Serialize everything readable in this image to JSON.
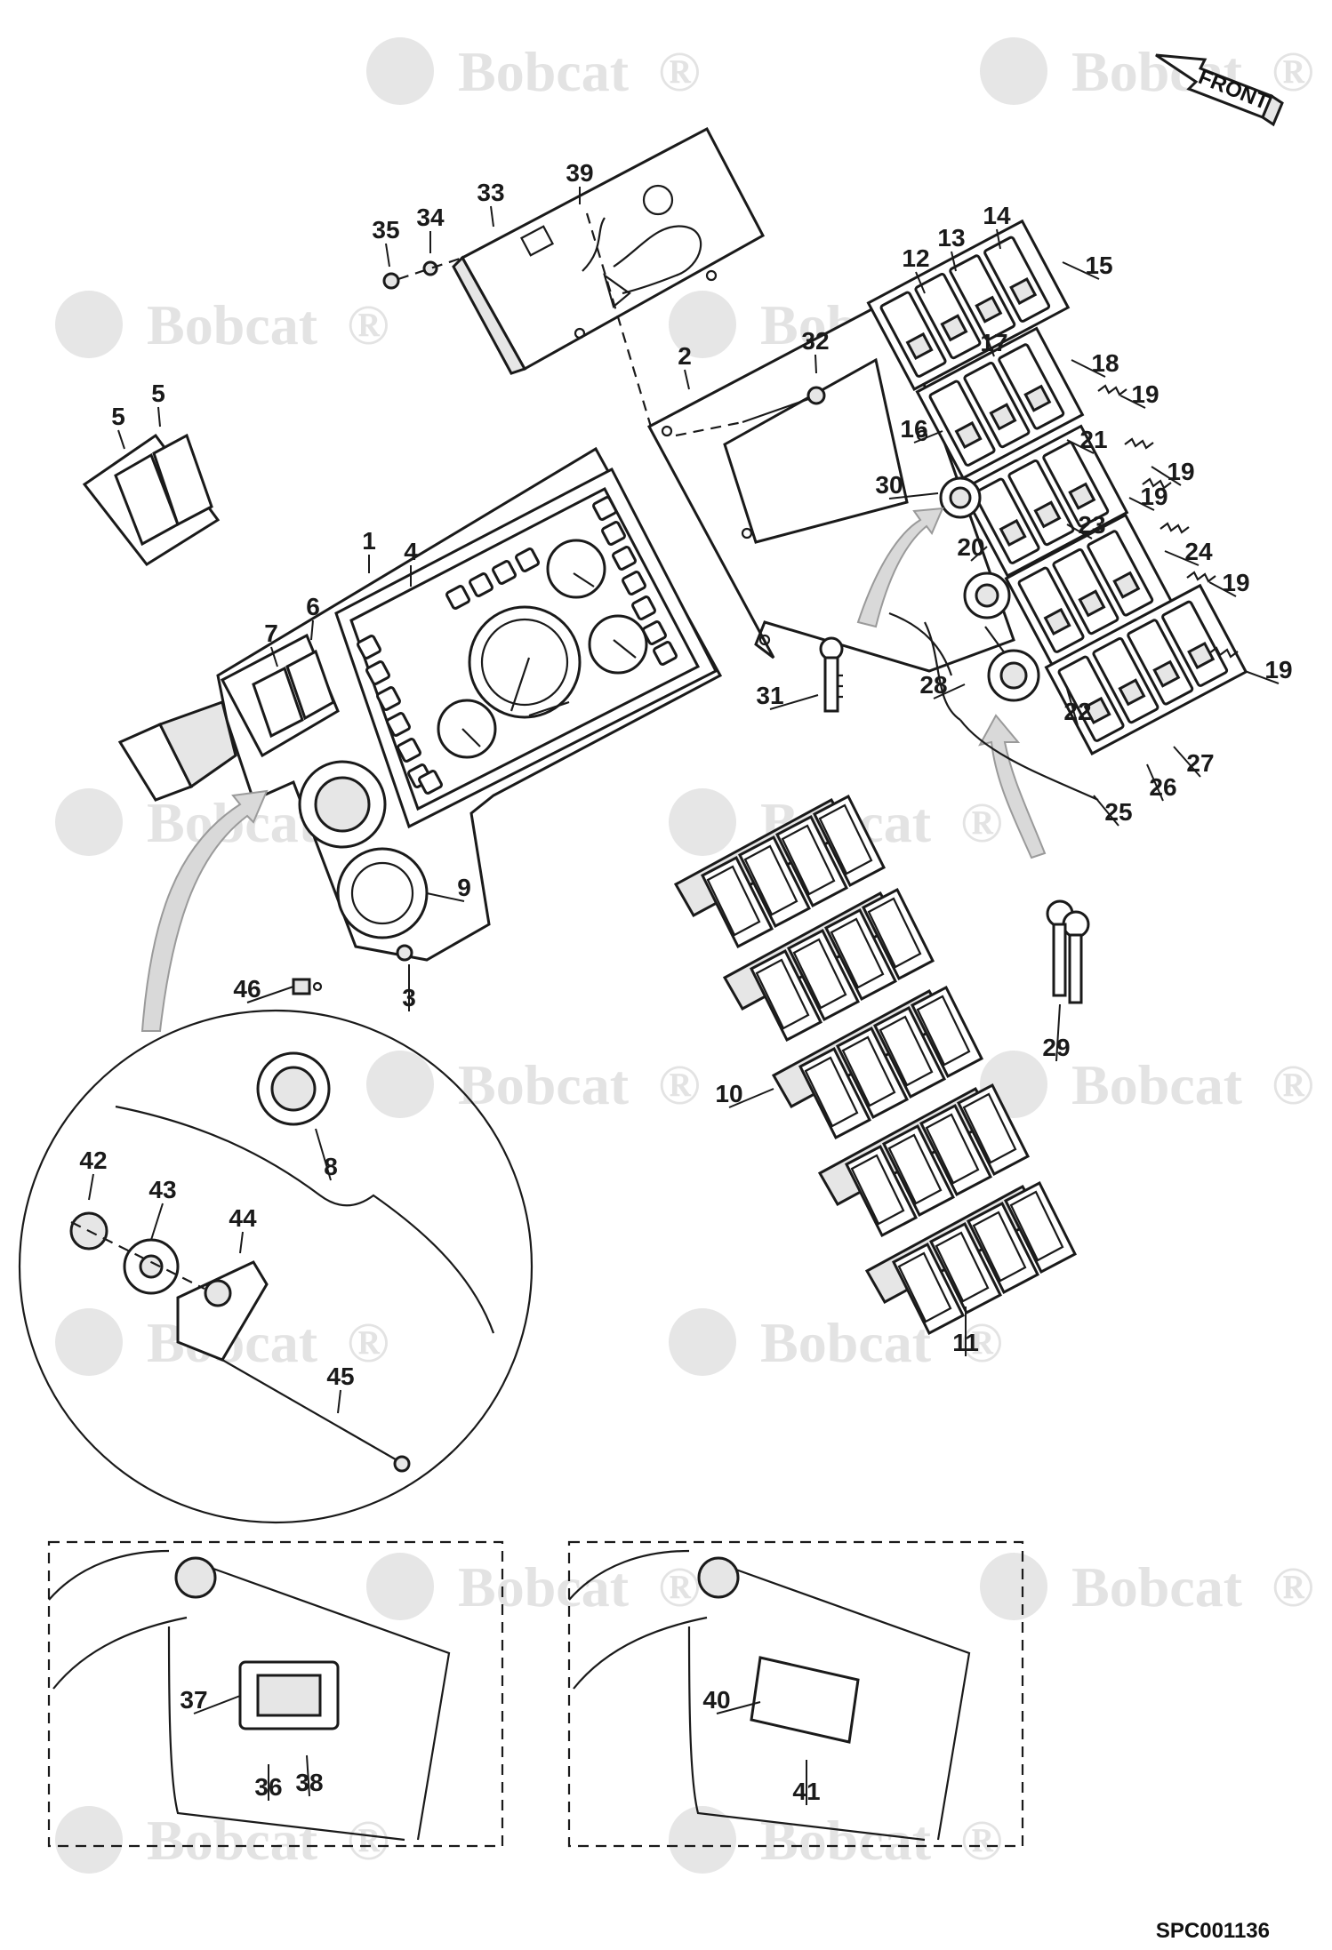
{
  "figure": {
    "reference_code": "SPC001136",
    "front_arrow_label": "FRONT",
    "watermark_text": "Bobcat",
    "watermark_mark": "®"
  },
  "callouts": [
    {
      "id": "c1",
      "label": "1"
    },
    {
      "id": "c2",
      "label": "2"
    },
    {
      "id": "c3",
      "label": "3"
    },
    {
      "id": "c4",
      "label": "4"
    },
    {
      "id": "c5a",
      "label": "5"
    },
    {
      "id": "c5b",
      "label": "5"
    },
    {
      "id": "c6",
      "label": "6"
    },
    {
      "id": "c7",
      "label": "7"
    },
    {
      "id": "c8",
      "label": "8"
    },
    {
      "id": "c9",
      "label": "9"
    },
    {
      "id": "c10",
      "label": "10"
    },
    {
      "id": "c11",
      "label": "11"
    },
    {
      "id": "c12",
      "label": "12"
    },
    {
      "id": "c13",
      "label": "13"
    },
    {
      "id": "c14",
      "label": "14"
    },
    {
      "id": "c15",
      "label": "15"
    },
    {
      "id": "c16",
      "label": "16"
    },
    {
      "id": "c17",
      "label": "17"
    },
    {
      "id": "c18",
      "label": "18"
    },
    {
      "id": "c19a",
      "label": "19"
    },
    {
      "id": "c19b",
      "label": "19"
    },
    {
      "id": "c19c",
      "label": "19"
    },
    {
      "id": "c19d",
      "label": "19"
    },
    {
      "id": "c19e",
      "label": "19"
    },
    {
      "id": "c20",
      "label": "20"
    },
    {
      "id": "c21",
      "label": "21"
    },
    {
      "id": "c22",
      "label": "22"
    },
    {
      "id": "c23",
      "label": "23"
    },
    {
      "id": "c24",
      "label": "24"
    },
    {
      "id": "c25",
      "label": "25"
    },
    {
      "id": "c26",
      "label": "26"
    },
    {
      "id": "c27",
      "label": "27"
    },
    {
      "id": "c28",
      "label": "28"
    },
    {
      "id": "c29",
      "label": "29"
    },
    {
      "id": "c30",
      "label": "30"
    },
    {
      "id": "c31",
      "label": "31"
    },
    {
      "id": "c32",
      "label": "32"
    },
    {
      "id": "c33",
      "label": "33"
    },
    {
      "id": "c34",
      "label": "34"
    },
    {
      "id": "c35",
      "label": "35"
    },
    {
      "id": "c36",
      "label": "36"
    },
    {
      "id": "c37",
      "label": "37"
    },
    {
      "id": "c38",
      "label": "38"
    },
    {
      "id": "c39",
      "label": "39"
    },
    {
      "id": "c40",
      "label": "40"
    },
    {
      "id": "c41",
      "label": "41"
    },
    {
      "id": "c42",
      "label": "42"
    },
    {
      "id": "c43",
      "label": "43"
    },
    {
      "id": "c44",
      "label": "44"
    },
    {
      "id": "c45",
      "label": "45"
    },
    {
      "id": "c46",
      "label": "46"
    }
  ]
}
